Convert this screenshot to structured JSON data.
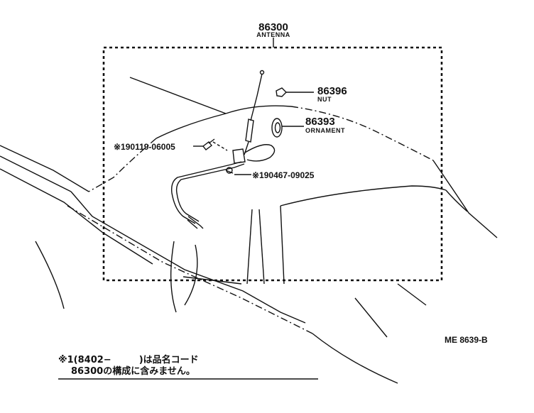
{
  "assembly": {
    "number": "86300",
    "name": "ANTENNA"
  },
  "parts": [
    {
      "number": "86396",
      "name": "NUT"
    },
    {
      "number": "86393",
      "name": "ORNAMENT"
    }
  ],
  "references": [
    {
      "label": "※190119-06005"
    },
    {
      "label": "※190467-09025"
    }
  ],
  "figure_id": "ME 8639-B",
  "note": {
    "line1": "※1(8402−　　　)は品名コード",
    "line2": "86300の構成に含みません。"
  }
}
